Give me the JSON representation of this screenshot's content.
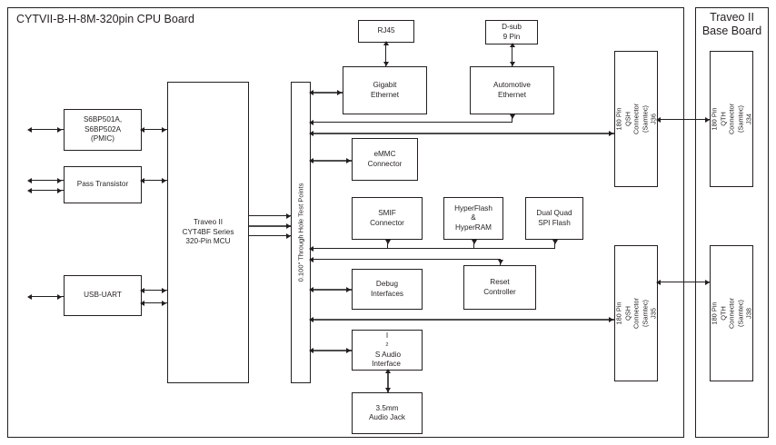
{
  "diagram": {
    "type": "block-diagram",
    "panels": [
      {
        "id": "cpu-board",
        "title": "CYTVII-B-H-8M-320pin CPU Board",
        "title_align": "left"
      },
      {
        "id": "base-board",
        "title": "Traveo II\nBase Board",
        "title_align": "center"
      }
    ]
  },
  "blocks": {
    "pmic": "S6BP501A,\nS6BP502A\n(PMIC)",
    "pass_transistor": "Pass Transistor",
    "usb_uart": "USB-UART",
    "mcu": "Traveo II\nCYT4BF Series\n320-Pin MCU",
    "test_points": "0.100\" Through Hole Test Points",
    "rj45": "RJ45",
    "dsub": "D-sub\n9 Pin",
    "gigabit_ethernet": "Gigabit\nEthernet",
    "automotive_ethernet": "Automotive\nEthernet",
    "emmc": "eMMC\nConnector",
    "smif": "SMIF\nConnector",
    "hyperflash": "HyperFlash\n&\nHyperRAM",
    "dual_quad_spi": "Dual Quad\nSPI Flash",
    "debug": "Debug\nInterfaces",
    "reset": "Reset\nController",
    "i2s_audio_pre": "I",
    "i2s_audio_sup": "2",
    "i2s_audio_post": "S Audio\nInterface",
    "audio_jack": "3.5mm\nAudio Jack",
    "conn_qsh_j36": "180 Pin QSH\nConnector (Samtec)\nJ36",
    "conn_qsh_j35": "180 Pin QSH\nConnector (Samtec)\nJ35",
    "conn_qth_j34": "180 Pin QTH\nConnector (Samtec)\nJ34",
    "conn_qth_j38": "180 Pin QTH\nConnector (Samtec)\nJ38"
  },
  "colors": {
    "line": "#231f20",
    "bus": "#4d4d4d",
    "background": "#ffffff",
    "border": "#231f20"
  }
}
